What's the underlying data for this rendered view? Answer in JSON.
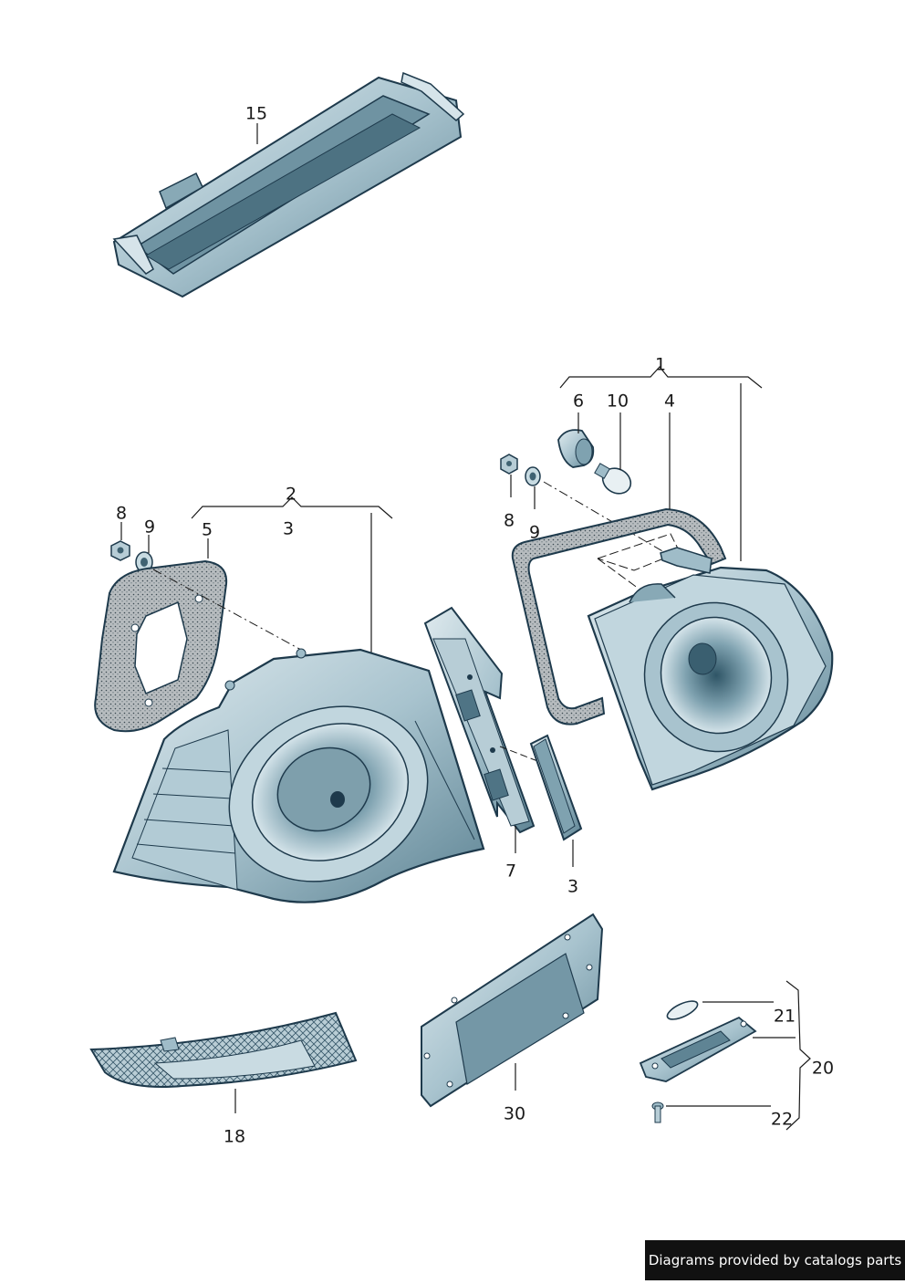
{
  "labels": {
    "p15": "15",
    "p1": "1",
    "p6": "6",
    "p10": "10",
    "p4": "4",
    "p8a": "8",
    "p9a": "9",
    "p2": "2",
    "p3a": "3",
    "p8b": "8",
    "p9b": "9",
    "p5": "5",
    "p7": "7",
    "p3b": "3",
    "p21": "21",
    "p20": "20",
    "p22": "22",
    "p30": "30",
    "p18": "18"
  },
  "footer_text": "Diagrams provided by catalogs parts",
  "colors": {
    "outline": "#1e3a4c",
    "body_light": "#c9dbe2",
    "body_mid": "#9fbcc8",
    "body_dark": "#5f8494",
    "gasket": "#aab0b3"
  }
}
